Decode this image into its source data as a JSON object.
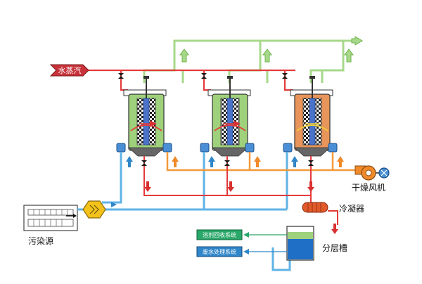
{
  "labels": {
    "steam": "水蒸汽",
    "pollution_source": "污染源",
    "dryer_fan": "干燥风机",
    "condenser": "冷凝器",
    "separator_tank": "分层槽",
    "solvent_recovery": "溶剂回收系统",
    "wastewater_treatment": "废水处理系统"
  },
  "colors": {
    "steam_line": "#e43b3b",
    "exhaust_line": "#a7d88a",
    "air_line": "#5fb3e6",
    "hot_air_line": "#f29a3a",
    "adsorber_green": "#9fd17c",
    "adsorber_orange": "#e7955a",
    "solvent_box": "#2aa86a",
    "wastewater_box": "#2f86c8"
  }
}
